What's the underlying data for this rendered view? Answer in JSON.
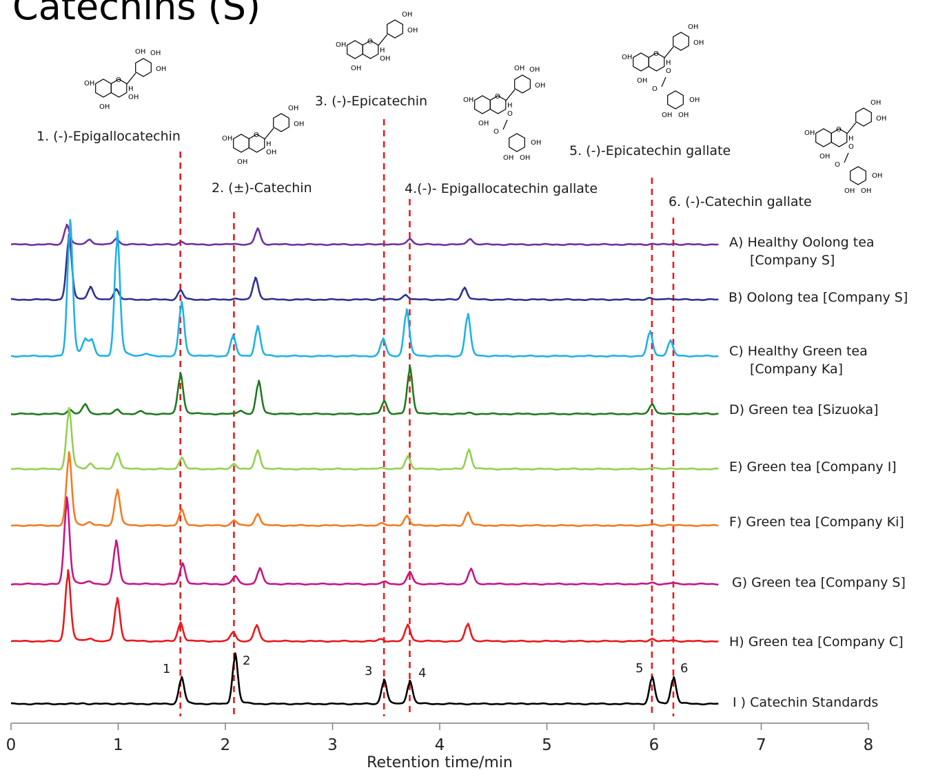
{
  "title": "Catechins (S)",
  "chart_data": {
    "type": "line",
    "xlabel": "Retention time/min",
    "ylabel": "",
    "xlim": [
      0,
      8
    ],
    "xticks": [
      0,
      1,
      2,
      3,
      4,
      5,
      6,
      7,
      8
    ],
    "x_end": 6.6,
    "grid": false,
    "peak_markers": [
      {
        "id": "1",
        "name": "1. (-)-Epigallocatechin",
        "rt": 1.58
      },
      {
        "id": "2",
        "name": "2. (±)-Catechin",
        "rt": 2.08
      },
      {
        "id": "3",
        "name": "3. (-)-Epicatechin",
        "rt": 3.48
      },
      {
        "id": "4",
        "name": "4.(-)- Epigallocatechin gallate",
        "rt": 3.72
      },
      {
        "id": "5",
        "name": "5. (-)-Epicatechin gallate",
        "rt": 5.98
      },
      {
        "id": "6",
        "name": "6. (-)-Catechin gallate",
        "rt": 6.18
      }
    ],
    "standard_peak_numbers": [
      "1",
      "2",
      "3",
      "4",
      "5",
      "6"
    ],
    "series": [
      {
        "name": "A) Healthy Oolong tea [Company S]",
        "label_lines": [
          "A) Healthy Oolong tea",
          "[Company S]"
        ],
        "color": "#7030a0",
        "peaks": [
          [
            0.52,
            0.55
          ],
          [
            0.73,
            0.15
          ],
          [
            0.98,
            0.17
          ],
          [
            1.59,
            0.08
          ],
          [
            2.08,
            0.03
          ],
          [
            2.3,
            0.44
          ],
          [
            3.48,
            0.02
          ],
          [
            3.72,
            0.17
          ],
          [
            4.28,
            0.17
          ],
          [
            5.98,
            0.02
          ],
          [
            6.18,
            0.02
          ]
        ]
      },
      {
        "name": "B) Oolong tea [Company S]",
        "label_lines": [
          "B) Oolong tea [Company S]"
        ],
        "color": "#2e3192",
        "peaks": [
          [
            0.54,
            1.75
          ],
          [
            0.74,
            0.35
          ],
          [
            0.98,
            0.29
          ],
          [
            1.58,
            0.26
          ],
          [
            2.08,
            0.03
          ],
          [
            2.28,
            0.61
          ],
          [
            3.45,
            0.03
          ],
          [
            3.68,
            0.14
          ],
          [
            4.23,
            0.34
          ],
          [
            5.95,
            0.04
          ],
          [
            6.13,
            0.04
          ]
        ]
      },
      {
        "name": "C) Healthy Green tea [Company Ka]",
        "label_lines": [
          "C) Healthy Green tea",
          "[Company Ka]"
        ],
        "color": "#1fb1e6",
        "peaks": [
          [
            0.55,
            3.7
          ],
          [
            0.69,
            0.42
          ],
          [
            0.75,
            0.41
          ],
          [
            0.99,
            3.38
          ],
          [
            1.26,
            0.06
          ],
          [
            1.59,
            1.48
          ],
          [
            2.07,
            0.56
          ],
          [
            2.3,
            0.81
          ],
          [
            3.47,
            0.48
          ],
          [
            3.69,
            1.28
          ],
          [
            4.26,
            1.16
          ],
          [
            5.96,
            0.68
          ],
          [
            6.15,
            0.42
          ]
        ]
      },
      {
        "name": "D) Green tea [Sizuoka]",
        "label_lines": [
          "D) Green tea [Sizuoka]"
        ],
        "color": "#1e7a1e",
        "peaks": [
          [
            0.55,
            0.12
          ],
          [
            0.69,
            0.27
          ],
          [
            0.99,
            0.12
          ],
          [
            1.21,
            0.07
          ],
          [
            1.58,
            1.11
          ],
          [
            2.14,
            0.1
          ],
          [
            2.31,
            0.89
          ],
          [
            3.48,
            0.36
          ],
          [
            3.72,
            1.27
          ],
          [
            4.28,
            0.03
          ],
          [
            5.98,
            0.29
          ],
          [
            6.5,
            0.02
          ]
        ]
      },
      {
        "name": "E) Green tea [Company I]",
        "label_lines": [
          "E) Green tea [Company I]"
        ],
        "color": "#92d050",
        "peaks": [
          [
            0.54,
            1.65
          ],
          [
            0.74,
            0.15
          ],
          [
            0.99,
            0.45
          ],
          [
            1.59,
            0.32
          ],
          [
            2.08,
            0.15
          ],
          [
            2.3,
            0.51
          ],
          [
            3.45,
            0.05
          ],
          [
            3.7,
            0.35
          ],
          [
            4.27,
            0.54
          ],
          [
            5.98,
            0.04
          ],
          [
            6.17,
            0.03
          ]
        ]
      },
      {
        "name": "F) Green tea [Company Ki]",
        "label_lines": [
          "F) Green tea [Company Ki]"
        ],
        "color": "#f47b20",
        "peaks": [
          [
            0.54,
            1.98
          ],
          [
            0.73,
            0.08
          ],
          [
            0.99,
            0.99
          ],
          [
            1.59,
            0.43
          ],
          [
            2.08,
            0.15
          ],
          [
            2.3,
            0.33
          ],
          [
            3.45,
            0.07
          ],
          [
            3.69,
            0.27
          ],
          [
            4.26,
            0.36
          ],
          [
            5.98,
            0.03
          ],
          [
            6.15,
            0.03
          ]
        ]
      },
      {
        "name": "G) Green tea [Company S]",
        "label_lines": [
          "G) Green tea [Company S]"
        ],
        "color": "#c71585",
        "peaks": [
          [
            0.52,
            2.35
          ],
          [
            0.73,
            0.06
          ],
          [
            0.98,
            1.18
          ],
          [
            1.6,
            0.56
          ],
          [
            2.09,
            0.22
          ],
          [
            2.32,
            0.43
          ],
          [
            3.49,
            0.07
          ],
          [
            3.72,
            0.33
          ],
          [
            4.29,
            0.42
          ],
          [
            5.98,
            0.04
          ],
          [
            6.17,
            0.03
          ]
        ]
      },
      {
        "name": "H) Green tea [Company C]",
        "label_lines": [
          "H) Green tea [Company C]"
        ],
        "color": "#e8191c",
        "peaks": [
          [
            0.53,
            1.95
          ],
          [
            0.74,
            0.08
          ],
          [
            0.99,
            1.18
          ],
          [
            1.58,
            0.51
          ],
          [
            2.07,
            0.26
          ],
          [
            2.29,
            0.44
          ],
          [
            3.45,
            0.06
          ],
          [
            3.7,
            0.45
          ],
          [
            4.26,
            0.49
          ],
          [
            5.98,
            0.07
          ],
          [
            6.17,
            0.03
          ]
        ]
      },
      {
        "name": "I ) Catechin Standards",
        "label_lines": [
          "I ) Catechin Standards"
        ],
        "color": "#000000",
        "peaks": [
          [
            0.67,
            0.02
          ],
          [
            1.0,
            0.01
          ],
          [
            1.59,
            0.74
          ],
          [
            2.09,
            1.38
          ],
          [
            3.48,
            0.67
          ],
          [
            3.72,
            0.64
          ],
          [
            4.78,
            0.02
          ],
          [
            5.98,
            0.74
          ],
          [
            6.18,
            0.74
          ]
        ]
      }
    ]
  },
  "structures": {
    "oh": "OH",
    "o": "O",
    "h": "H"
  }
}
